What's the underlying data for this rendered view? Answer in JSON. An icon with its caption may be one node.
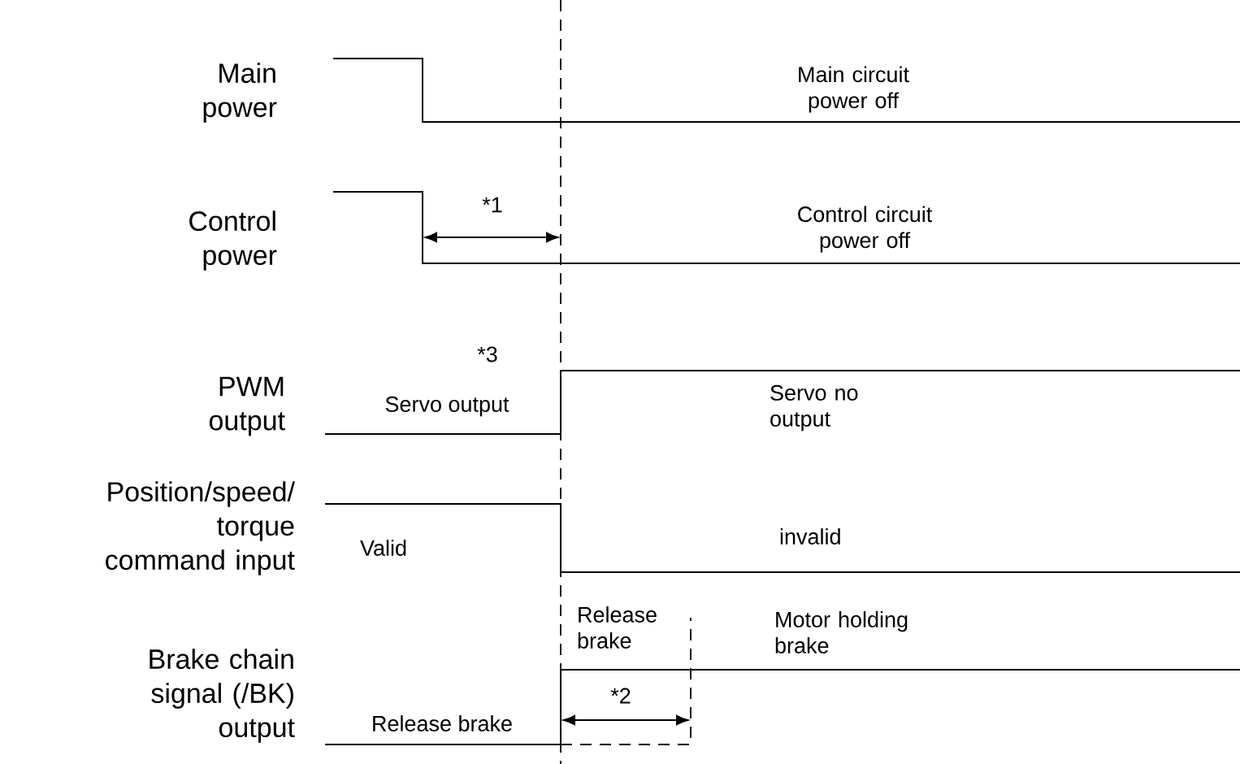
{
  "diagram": {
    "labels": [
      "Main power",
      "Main circuit power off",
      "*1",
      "Control power",
      "Control circuit power off",
      "*3",
      "PWM output",
      "Servo output",
      "Servo no output",
      "Position/speed/ torque command input",
      "Valid",
      "invalid",
      "Release brake",
      "Motor holding brake",
      "Brake chain signal (/BK) output",
      "*2",
      "Release brake"
    ]
  }
}
